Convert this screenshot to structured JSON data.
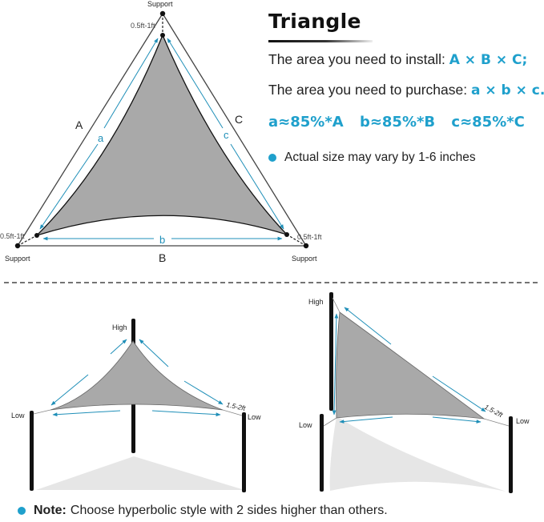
{
  "header": {
    "title": "Triangle"
  },
  "install_line": {
    "label": "The area you need to install:",
    "value": "A × B × C;"
  },
  "purchase_line": {
    "label": "The area you need to purchase:",
    "value": "a × b × c."
  },
  "formulas": [
    "a≈85%*A",
    "b≈85%*B",
    "c≈85%*C"
  ],
  "size_note": "Actual size may vary by 1-6 inches",
  "top_diagram": {
    "support_label": "Support",
    "gap_label": "0.5ft-1ft",
    "outer_sides": [
      "A",
      "B",
      "C"
    ],
    "inner_sides": [
      "a",
      "b",
      "c"
    ]
  },
  "bottom_diagrams": {
    "high_label": "High",
    "low_label": "Low",
    "distance_label": "1.5-2ft"
  },
  "footer_note": {
    "bold": "Note:",
    "text": "Choose hyperbolic style with 2 sides higher than others."
  },
  "colors": {
    "accent": "#1fa0cc",
    "sail": "#a9a9a9",
    "shadow": "#e6e6e6",
    "text": "#222222"
  }
}
